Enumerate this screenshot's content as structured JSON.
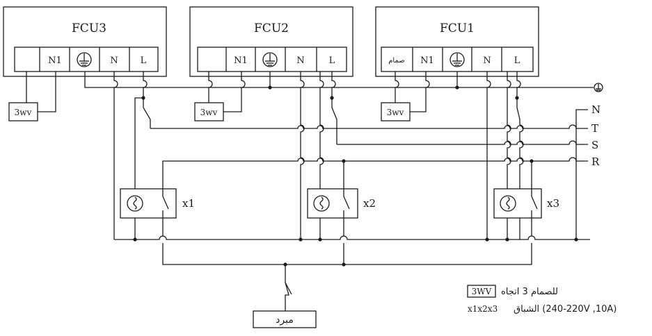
{
  "units": {
    "fcu3": {
      "title": "FCU3",
      "terminals": [
        "",
        "N1",
        "",
        "N",
        "L"
      ]
    },
    "fcu2": {
      "title": "FCU2",
      "terminals": [
        "",
        "N1",
        "",
        "N",
        "L"
      ]
    },
    "fcu1": {
      "title": "FCU1",
      "terminals": [
        "صمام",
        "N1",
        "",
        "N",
        "L"
      ]
    }
  },
  "valves": {
    "fcu3": "3wv",
    "fcu2": "3wv",
    "fcu1": "3wv"
  },
  "earth_symbol": "⏚",
  "bus_labels": [
    "N",
    "T",
    "S",
    "R"
  ],
  "contactors": [
    "x1",
    "x2",
    "x3"
  ],
  "chiller_label": "مبرد",
  "legend": {
    "valve_box": "3WV",
    "valve_text": "للصمام 3 اتجاه",
    "contactor_text": "الشباق (220-240V ,10A)",
    "contactor_ids": "x1x2x3"
  }
}
